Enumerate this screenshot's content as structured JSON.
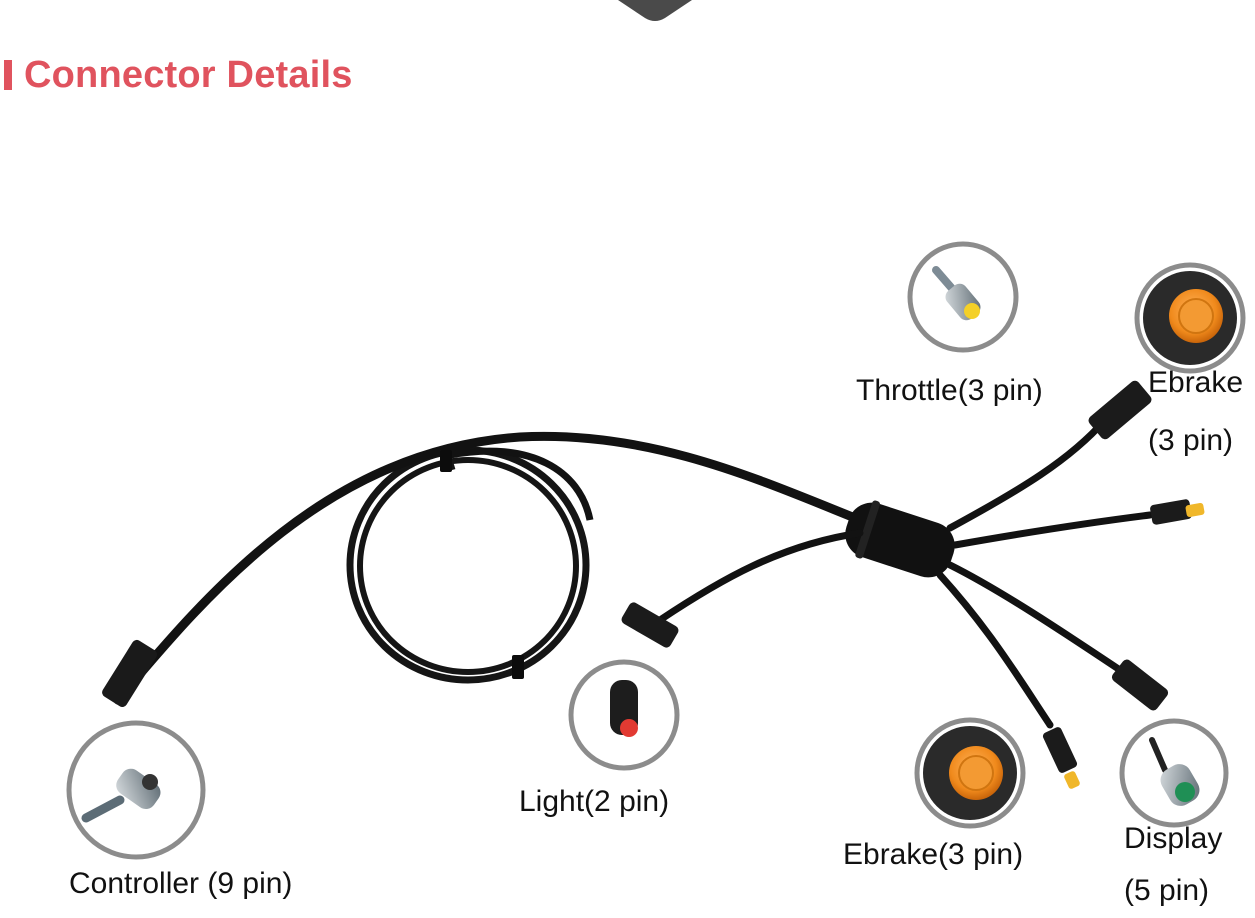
{
  "header": {
    "title": "Connector Details"
  },
  "colors": {
    "accent": "#e0535e",
    "cable": "#111111",
    "ring": "#8c8c8c",
    "orange": "#f08a1c",
    "yellow": "#f2c230",
    "red": "#e23a32",
    "green": "#1f8f55"
  },
  "connectors": {
    "throttle": {
      "label": "Throttle(3 pin)",
      "icon": "throttle-connector-icon"
    },
    "ebrake_top": {
      "label_line1": "Ebrake",
      "label_line2": "(3 pin)",
      "icon": "ebrake-connector-icon"
    },
    "light": {
      "label": "Light(2 pin)",
      "icon": "light-connector-icon"
    },
    "controller": {
      "label": "Controller (9 pin)",
      "icon": "controller-connector-icon"
    },
    "ebrake_bottom": {
      "label": "Ebrake(3 pin)",
      "icon": "ebrake-connector-icon"
    },
    "display": {
      "label_line1": "Display",
      "label_line2": "(5 pin)",
      "icon": "display-connector-icon"
    }
  }
}
